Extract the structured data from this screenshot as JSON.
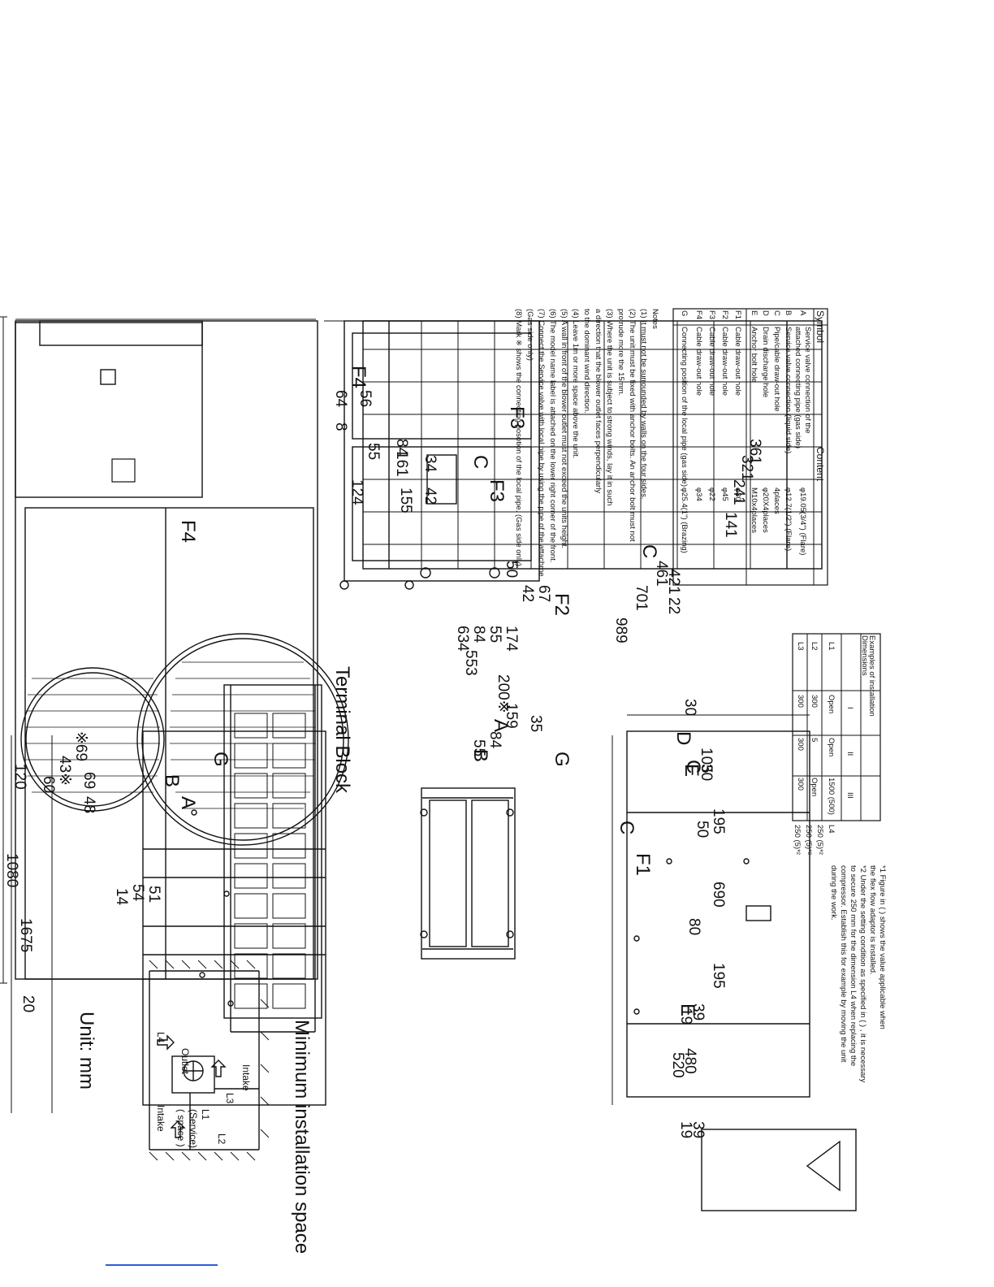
{
  "unit_label": "Unit: mm",
  "labels": {
    "terminal_block": "Terminal Block",
    "min_space": "Minimum installation space",
    "intake_left": "Intake",
    "intake_top": "Intake",
    "outlet": "Outlet",
    "l1_text": "L1",
    "l1_service": "(Service)",
    "l1_space": "( space )",
    "l2": "L2",
    "l3": "L3",
    "l4": "L4"
  },
  "letters": {
    "A": "A",
    "B": "B",
    "C": "C",
    "D": "D",
    "E": "E",
    "G": "G",
    "F1": "F1",
    "F2": "F2",
    "F3": "F3",
    "F4": "F4"
  },
  "dims": {
    "d1675": "1675",
    "d20": "20",
    "d1080": "1080",
    "d51": "51",
    "d54": "54",
    "d14": "14",
    "d69_left": "69",
    "d48": "48",
    "d43s": "43※",
    "d60": "60",
    "d120": "120",
    "d69s": "※69",
    "d35": "35",
    "d159": "159",
    "d200s": "200※",
    "d84a": "84",
    "d55a": "55",
    "d553": "553",
    "d634": "634",
    "d174": "174",
    "d55b": "55",
    "d84b": "84",
    "d67": "67",
    "d42a": "42",
    "d50": "50",
    "d22": "22",
    "d42b": "42",
    "d155": "155",
    "d124": "124",
    "d34": "34",
    "d161": "161",
    "d84c": "84",
    "d55c": "55",
    "d56": "56",
    "d64": "64",
    "d8": "8",
    "d195a": "195",
    "d690": "690",
    "d195b": "195",
    "d50b": "50",
    "d30": "30",
    "d105": "105",
    "d80": "80",
    "d39a": "39",
    "d480": "480",
    "d39b": "39",
    "d19a": "19",
    "d520": "520",
    "d19b": "19",
    "d989": "989",
    "d701": "701",
    "d461": "461",
    "d421": "421",
    "d141": "141",
    "d241": "241",
    "d321": "321",
    "d361": "361",
    "d30b": "30"
  },
  "symbol_table": {
    "headers": [
      "Symbol",
      "Content"
    ],
    "rows": [
      {
        "sym": "A",
        "c1": "Service valve connection of the",
        "c2": "attached connecting pipe (gas side)",
        "v": "φ19.05(3/4\") (Flare)"
      },
      {
        "sym": "B",
        "c1": "Service valve connection (liquid side)",
        "c2": "",
        "v": "φ12.7(1/2\") (Flare)"
      },
      {
        "sym": "C",
        "c1": "Pipe/cable draw-out hole",
        "c2": "",
        "v": "4places"
      },
      {
        "sym": "D",
        "c1": "Drain discharge hole",
        "c2": "",
        "v": "φ20X4places"
      },
      {
        "sym": "E",
        "c1": "Anchor bolt hole",
        "c2": "",
        "v": "M10x4places"
      },
      {
        "sym": "F1",
        "c1": "Cable draw-out hole",
        "c2": "",
        "v": "φ30"
      },
      {
        "sym": "F2",
        "c1": "Cable draw-out hole",
        "c2": "",
        "v": "φ45"
      },
      {
        "sym": "F3",
        "c1": "Cable draw-out hole",
        "c2": "",
        "v": "φ22"
      },
      {
        "sym": "F4",
        "c1": "Cable draw-out hole",
        "c2": "",
        "v": "φ34"
      },
      {
        "sym": "G",
        "c1": "Connecting position of the local pipe (gas side)",
        "c2": "",
        "v": "φ25.4(1\") (Brazing)"
      }
    ]
  },
  "notes": {
    "title": "Notes",
    "lines": [
      "(1)  It must not be surrounded by walls on the four sides.",
      "(2)  The unit must be fixed with anchor bolts. An anchor bolt must not",
      "       protrude more the 15mm.",
      "(3)  Where the unit is subject to strong winds, lay it in such",
      "       a direction that the blower outlet faces perpendicularly",
      "       to the dominant wind direction.",
      "(4)  Leave 1m or more space above the unit.",
      "(5)  A wall in front of the blower outlet must not exceed the units height.",
      "(6)  The model name label is attached on the lower right corner of the front.",
      "(7)  Connect the Service valve with local pipe by using the pipe of the attachme",
      "       (Gas side only)",
      "(8)  Mark ※ shows the connecting posotion of the local pipe. (Gas side only)"
    ]
  },
  "install_table": {
    "corner_top": "Examples of installation",
    "corner_bottom": "Dimensions",
    "cols": [
      "I",
      "II",
      "III"
    ],
    "rows": [
      {
        "name": "L1",
        "v": [
          "Open",
          "Open",
          "1500 (500)"
        ]
      },
      {
        "name": "L2",
        "v": [
          "300",
          "5",
          "Open"
        ]
      },
      {
        "name": "L3",
        "v": [
          "300",
          "300",
          "300"
        ]
      },
      {
        "name": "L4",
        "v": [
          "250 (5)*²",
          "250 (5)*²",
          "250 (5)*²"
        ]
      }
    ]
  },
  "footnotes": [
    "*1 Figure in ( ) shows the value applicable when",
    "     the flex flow adaptor is installed.",
    "*2 Under the setting condition as specified in ( ) , it is necessary",
    "     to secure 250 mm for the dimension L4 when replacing the",
    "     compressor. Establish this for example by moving the unit",
    "     during the work."
  ]
}
